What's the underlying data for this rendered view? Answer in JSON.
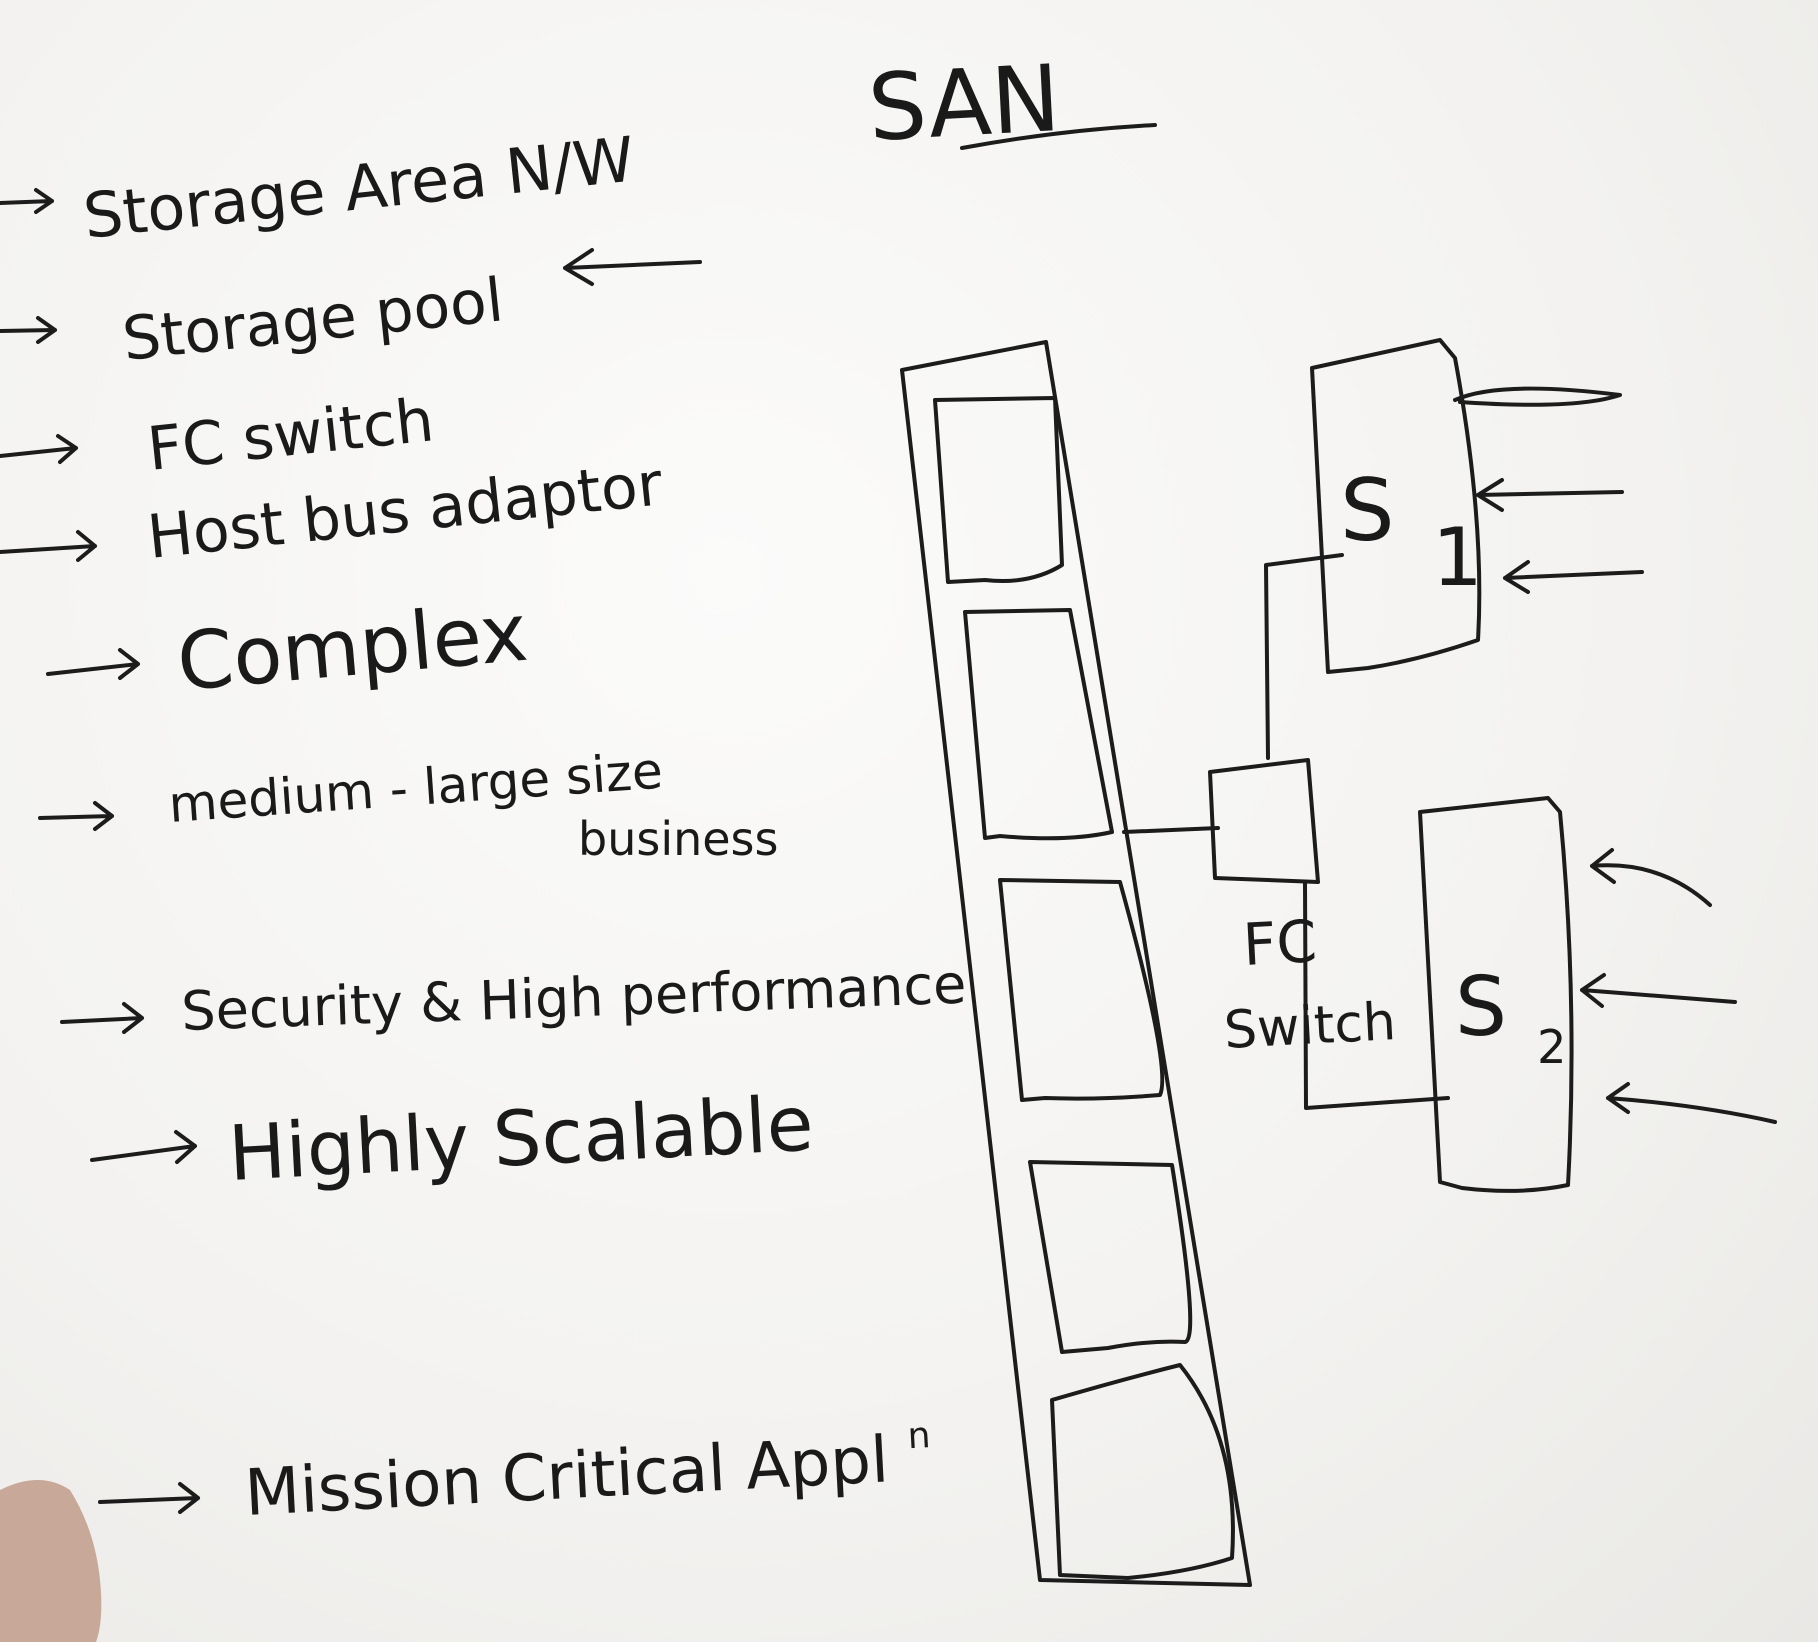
{
  "title": "SAN",
  "points": [
    "Storage Area N/W",
    "Storage pool",
    "FC switch",
    "Host bus adaptor",
    "Complex",
    "medium - large size",
    "business",
    "Security & High performance",
    "Highly Scalable",
    "Mission Critical Appl",
    "n"
  ],
  "diagram": {
    "switch_label_1": "FC",
    "switch_label_2": "Switch",
    "storage_1": "S",
    "storage_1_sub": "1",
    "storage_2": "S",
    "storage_2_sub": "2"
  },
  "colors": {
    "board": "#f4f3f1",
    "ink": "#1c1c1c"
  }
}
